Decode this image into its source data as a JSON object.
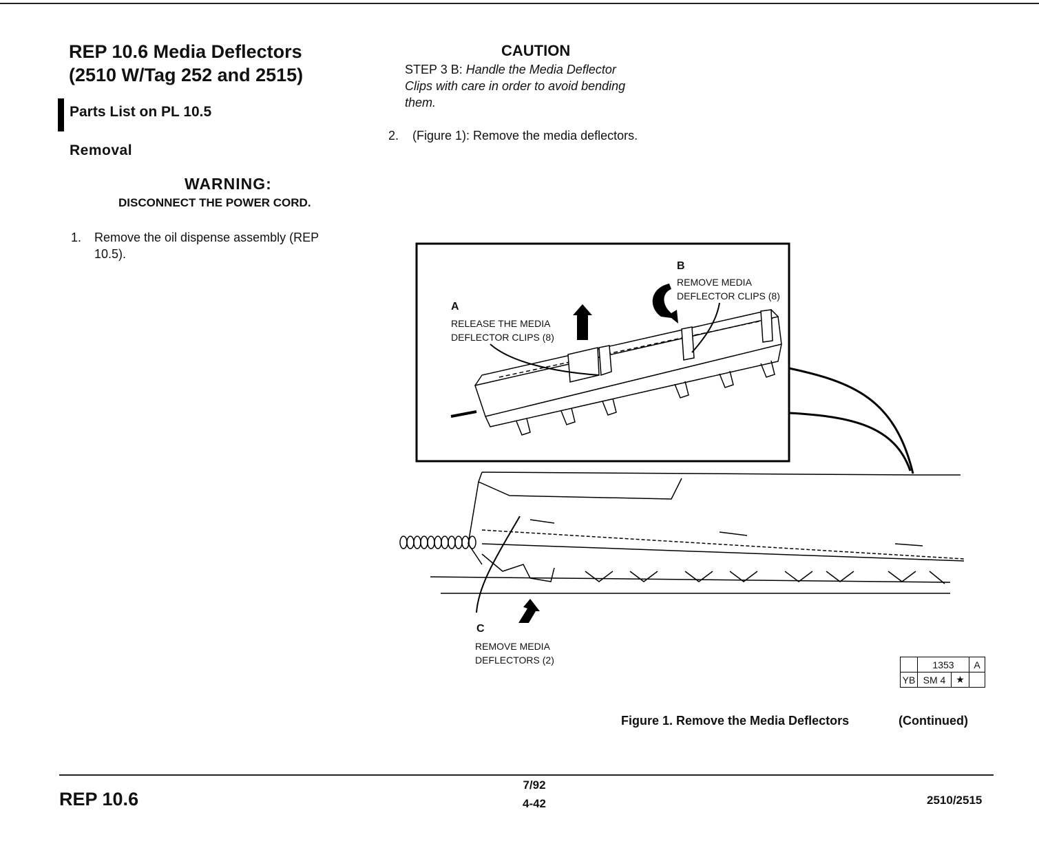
{
  "header": {
    "title_line1": "REP 10.6 Media Deflectors",
    "title_line2": "(2510 W/Tag 252 and 2515)",
    "parts_list": "Parts List on PL 10.5",
    "section": "Removal"
  },
  "warning": {
    "title": "WARNING:",
    "text": "DISCONNECT THE POWER CORD."
  },
  "steps": {
    "step1_num": "1.",
    "step1_line1": "Remove the oil dispense assembly (REP",
    "step1_line2": "10.5).",
    "step2_num": "2.",
    "step2_text": "(Figure 1): Remove the media deflectors."
  },
  "caution": {
    "title": "CAUTION",
    "step_label": "STEP 3 B:",
    "line1": "Handle the Media Deflector",
    "line2": "Clips with care in order to avoid bending",
    "line3": "them."
  },
  "figure": {
    "callout_a_letter": "A",
    "callout_a_line1": "RELEASE THE MEDIA",
    "callout_a_line2": "DEFLECTOR CLIPS (8)",
    "callout_b_letter": "B",
    "callout_b_line1": "REMOVE MEDIA",
    "callout_b_line2": "DEFLECTOR CLIPS (8)",
    "callout_c_letter": "C",
    "callout_c_line1": "REMOVE MEDIA",
    "callout_c_line2": "DEFLECTORS (2)",
    "code_number": "1353",
    "code_rev": "A",
    "code_yb": "YB",
    "code_sm": "SM 4",
    "code_star": "★",
    "caption": "Figure 1. Remove the Media Deflectors",
    "caption_continued": "(Continued)"
  },
  "footer": {
    "left": "REP 10.6",
    "date": "7/92",
    "page": "4-42",
    "right": "2510/2515"
  }
}
